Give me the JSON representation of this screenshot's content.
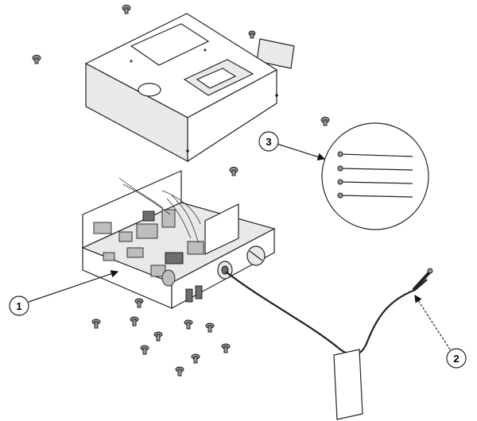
{
  "callouts": [
    {
      "id": "1",
      "label": "1"
    },
    {
      "id": "2",
      "label": "2"
    },
    {
      "id": "3",
      "label": "3"
    }
  ],
  "colors": {
    "line": "#222222",
    "shading_light": "#e9e9e9",
    "shading_mid": "#cfcfcf",
    "component": "#bdbdbd",
    "background": "#ffffff"
  }
}
